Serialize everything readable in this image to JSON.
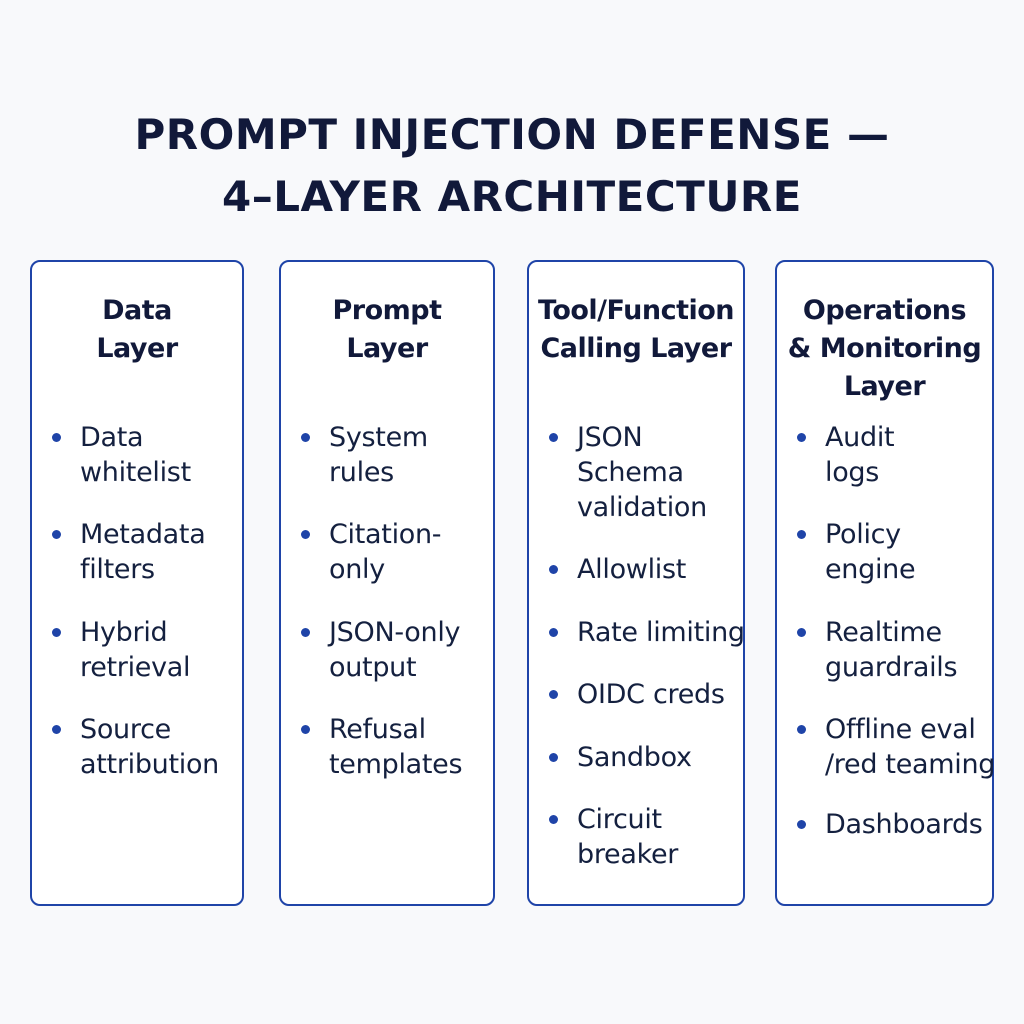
{
  "title": {
    "line1": "PROMPT INJECTION DEFENSE —",
    "line2": "4–LAYER ARCHITECTURE"
  },
  "layers": [
    {
      "title_lines": [
        "Data",
        "Layer"
      ],
      "items": [
        [
          "Data",
          "whitelist"
        ],
        [
          "Metadata",
          "filters"
        ],
        [
          "Hybrid",
          "retrieval"
        ],
        [
          "Source",
          "attribution"
        ]
      ]
    },
    {
      "title_lines": [
        "Prompt",
        "Layer"
      ],
      "items": [
        [
          "System",
          "rules"
        ],
        [
          "Citation-",
          "only"
        ],
        [
          "JSON-only",
          "output"
        ],
        [
          "Refusal",
          "templates"
        ]
      ]
    },
    {
      "title_lines": [
        "Tool/Function",
        "Calling Layer"
      ],
      "items": [
        [
          "JSON",
          "Schema",
          "validation"
        ],
        [
          "Allowlist"
        ],
        [
          "Rate limiting"
        ],
        [
          "OIDC creds"
        ],
        [
          "Sandbox"
        ],
        [
          "Circuit",
          "breaker"
        ]
      ]
    },
    {
      "title_lines": [
        "Operations",
        "& Monitoring",
        "Layer"
      ],
      "items": [
        [
          "Audit",
          "logs"
        ],
        [
          "Policy",
          "engine"
        ],
        [
          "Realtime",
          "guardrails"
        ],
        [
          "Offline eval",
          "/red teaming"
        ],
        [
          "Dashboards"
        ]
      ]
    }
  ]
}
